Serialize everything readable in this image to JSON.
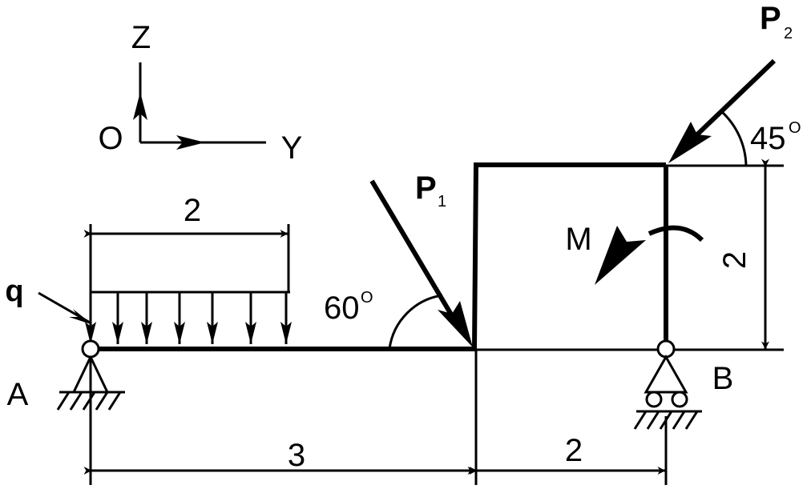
{
  "axes": {
    "z_label": "Z",
    "origin_label": "O",
    "y_label": "Y"
  },
  "loads": {
    "q_label": "q",
    "p1_main": "P",
    "p1_sub": "1",
    "p2_main": "P",
    "p2_sub": "2",
    "moment_label": "M",
    "p1_angle": {
      "value": "60",
      "unit": "O"
    },
    "p2_angle": {
      "value": "45",
      "unit": "O"
    }
  },
  "supports": {
    "a_label": "A",
    "b_label": "B"
  },
  "dimensions": {
    "distributed_length": "2",
    "span_a_to_corner": "3",
    "span_corner_to_b": "2",
    "frame_height": "2"
  }
}
